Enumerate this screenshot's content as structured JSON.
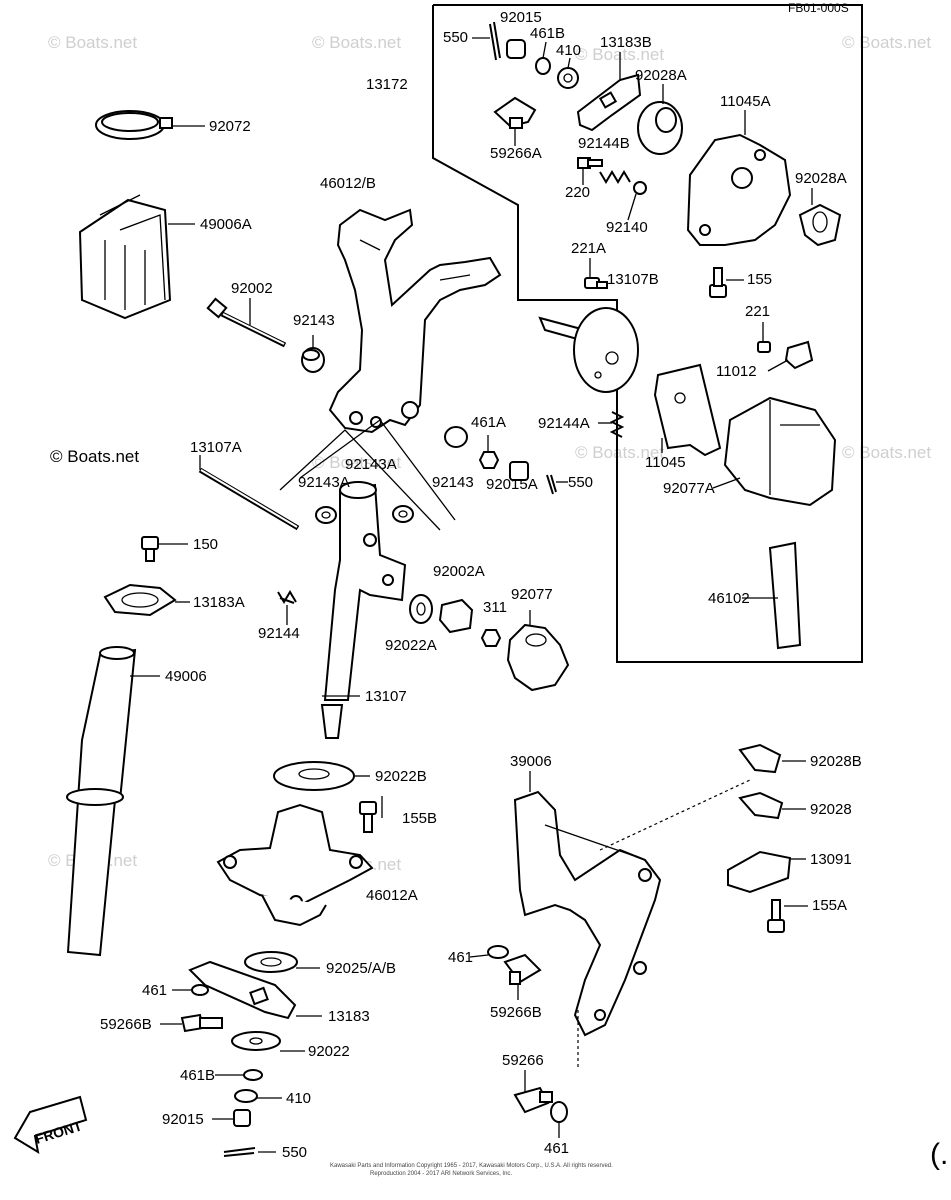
{
  "header": {
    "code": "FB01-000S"
  },
  "watermarks": [
    "© Boats.net",
    "© Boats.net",
    "© Boats.net",
    "© Boats.net",
    "© Boats.net",
    "© Boats.net",
    "© Boats.net",
    "© Boats.net",
    "© Boats.net"
  ],
  "main_watermark": "© Boats.net",
  "front_label": "FRONT",
  "copyright_lines": [
    "Kawasaki Parts and Information Copyright 1965 - 2017, Kawasaki Motors Corp., U.S.A.  All rights reserved.",
    "Reproduction 2004 - 2017 ARI Network Services, Inc."
  ],
  "corner_glyph": "(.",
  "labels": {
    "p550a": "550",
    "p92015a": "92015",
    "p461b_top": "461B",
    "p410_top": "410",
    "p13183b": "13183B",
    "p13172": "13172",
    "p92028a_top": "92028A",
    "p11045a": "11045A",
    "p59266a": "59266A",
    "p92144b": "92144B",
    "p220": "220",
    "p92140": "92140",
    "p92028a_r": "92028A",
    "p221a": "221A",
    "p13107b": "13107B",
    "p155": "155",
    "p221": "221",
    "p11012": "11012",
    "p92144a": "92144A",
    "p11045": "11045",
    "p92077a": "92077A",
    "p46102": "46102",
    "p92072": "92072",
    "p49006a": "49006A",
    "p46012b": "46012/B",
    "p92002": "92002",
    "p92143": "92143",
    "p13107a": "13107A",
    "p92143a_1": "92143A",
    "p92143a_2": "92143A",
    "p92143_b": "92143",
    "p461a": "461A",
    "p550_mid": "550",
    "p92015a_mid": "92015A",
    "p150": "150",
    "p13183a": "13183A",
    "p92144": "92144",
    "p92002a": "92002A",
    "p92077": "92077",
    "p311": "311",
    "p92022a": "92022A",
    "p49006": "49006",
    "p13107": "13107",
    "p92022b": "92022B",
    "p155b": "155B",
    "p46012a": "46012A",
    "p92025": "92025/A/B",
    "p461_l": "461",
    "p13183": "13183",
    "p59266b_l": "59266B",
    "p92022": "92022",
    "p461b_l": "461B",
    "p410_l": "410",
    "p92015_l": "92015",
    "p550_l": "550",
    "p39006": "39006",
    "p92028b": "92028B",
    "p92028": "92028",
    "p13091": "13091",
    "p155a": "155A",
    "p461_m": "461",
    "p59266b_m": "59266B",
    "p59266": "59266",
    "p461_bot": "461"
  }
}
